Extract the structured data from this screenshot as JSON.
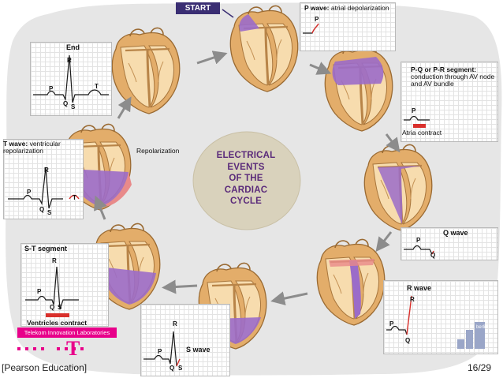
{
  "title": "ELECTRICAL EVENTS OF THE CARDIAC CYCLE",
  "title_lines": [
    "ELECTRICAL",
    "EVENTS",
    "OF THE",
    "CARDIAC",
    "CYCLE"
  ],
  "start_label": "START",
  "stages": [
    {
      "id": "p-wave",
      "heading": "P wave:",
      "desc": "atrial depolarization"
    },
    {
      "id": "pq-segment",
      "heading": "P-Q or P-R segment:",
      "desc": "conduction through AV node and AV bundle",
      "note": "Atria contract"
    },
    {
      "id": "q-wave",
      "heading": "Q wave"
    },
    {
      "id": "r-wave",
      "heading": "R wave"
    },
    {
      "id": "s-wave",
      "heading": "S wave"
    },
    {
      "id": "st-segment",
      "heading": "S-T segment",
      "note": "Ventricles contract"
    },
    {
      "id": "t-wave",
      "heading": "T wave:",
      "desc": "ventricular repolarization"
    },
    {
      "id": "end",
      "heading": "End"
    }
  ],
  "repolarization_label": "Repolarization",
  "wave_letters": {
    "p": "P",
    "q": "Q",
    "r": "R",
    "s": "S",
    "t": "T"
  },
  "footer": {
    "source": "[Pearson Education]",
    "page": "16/29",
    "lab_name": "Telekom Innovation Laboratories",
    "logo_letter": "T",
    "uni_logo_text": "berlin"
  },
  "colors": {
    "background_blob": "#e6e6e6",
    "center_oval": "#d9d2bc",
    "title_text": "#5a2a7a",
    "depolarized": "#9b6cc9",
    "repolarized": "#e88a8a",
    "heart_tissue": "#e3ad6a",
    "ecg_trace": "#1a1a1a",
    "ecg_highlight": "#d9302c",
    "arrow": "#8c8c8c",
    "start_badge": "#3a2e73",
    "telekom_magenta": "#e8008a"
  }
}
